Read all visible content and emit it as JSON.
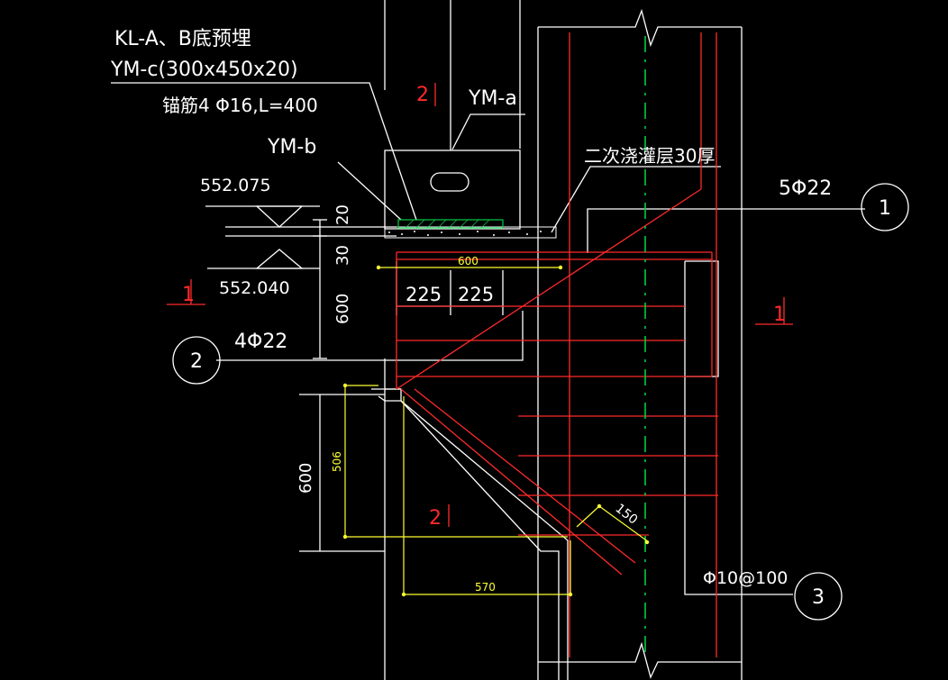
{
  "colors": {
    "background": "#000000",
    "line_white": "#ffffff",
    "line_red": "#ff2a2a",
    "line_green": "#00cc44",
    "dim_yellow": "#ffff33",
    "text_white": "#ffffff",
    "text_red": "#ff2a2a"
  },
  "labels": {
    "kl_line1": "KL-A、B底预埋",
    "kl_line2": "YM-c(300x450x20)",
    "kl_line3": "锚筋4 Φ16,L=400",
    "ym_a": "YM-a",
    "ym_b": "YM-b",
    "grout": "二次浇灌层30厚",
    "elev_top": "552.075",
    "elev_bot": "552.040",
    "bar_5phi22": "5Φ22",
    "bar_4phi22": "4Φ22",
    "stirrup": "Φ10@100",
    "dim_20": "20",
    "dim_30": "30",
    "dim_600_upper": "600",
    "dim_600_lower": "600",
    "dim_600_top": "600",
    "dim_225_left": "225",
    "dim_225_right": "225",
    "dim_506": "506",
    "dim_570": "570",
    "dim_150": "150",
    "section_1_left": "1",
    "section_1_right": "1",
    "section_2_top": "2",
    "section_2_bottom": "2"
  },
  "callouts": {
    "c1": "1",
    "c2": "2",
    "c3": "3"
  }
}
